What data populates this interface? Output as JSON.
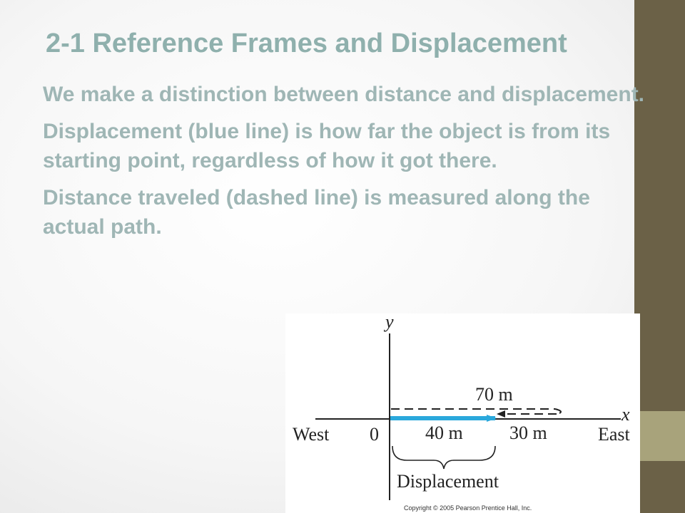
{
  "slide": {
    "title": "2-1 Reference Frames and Displacement",
    "paragraphs": [
      "We make a distinction between distance and displacement.",
      "Displacement (blue line) is how far the object is from its starting point, regardless of how it got there.",
      "Distance traveled (dashed line) is measured along the actual path."
    ]
  },
  "diagram": {
    "y_axis_label": "y",
    "x_axis_label": "x",
    "west_label": "West",
    "east_label": "East",
    "origin_label": "0",
    "dashed_path_label": "70 m",
    "segment_1_label": "40 m",
    "segment_2_label": "30 m",
    "brace_label": "Displacement",
    "copyright": "Copyright © 2005 Pearson Prentice Hall, Inc."
  },
  "colors": {
    "title": "#8fb0ad",
    "body_text": "#9fb6b5",
    "displacement_arrow": "#2aa8dc",
    "sidebar": "#6b6147",
    "sidebar_accent": "#a8a37b"
  }
}
